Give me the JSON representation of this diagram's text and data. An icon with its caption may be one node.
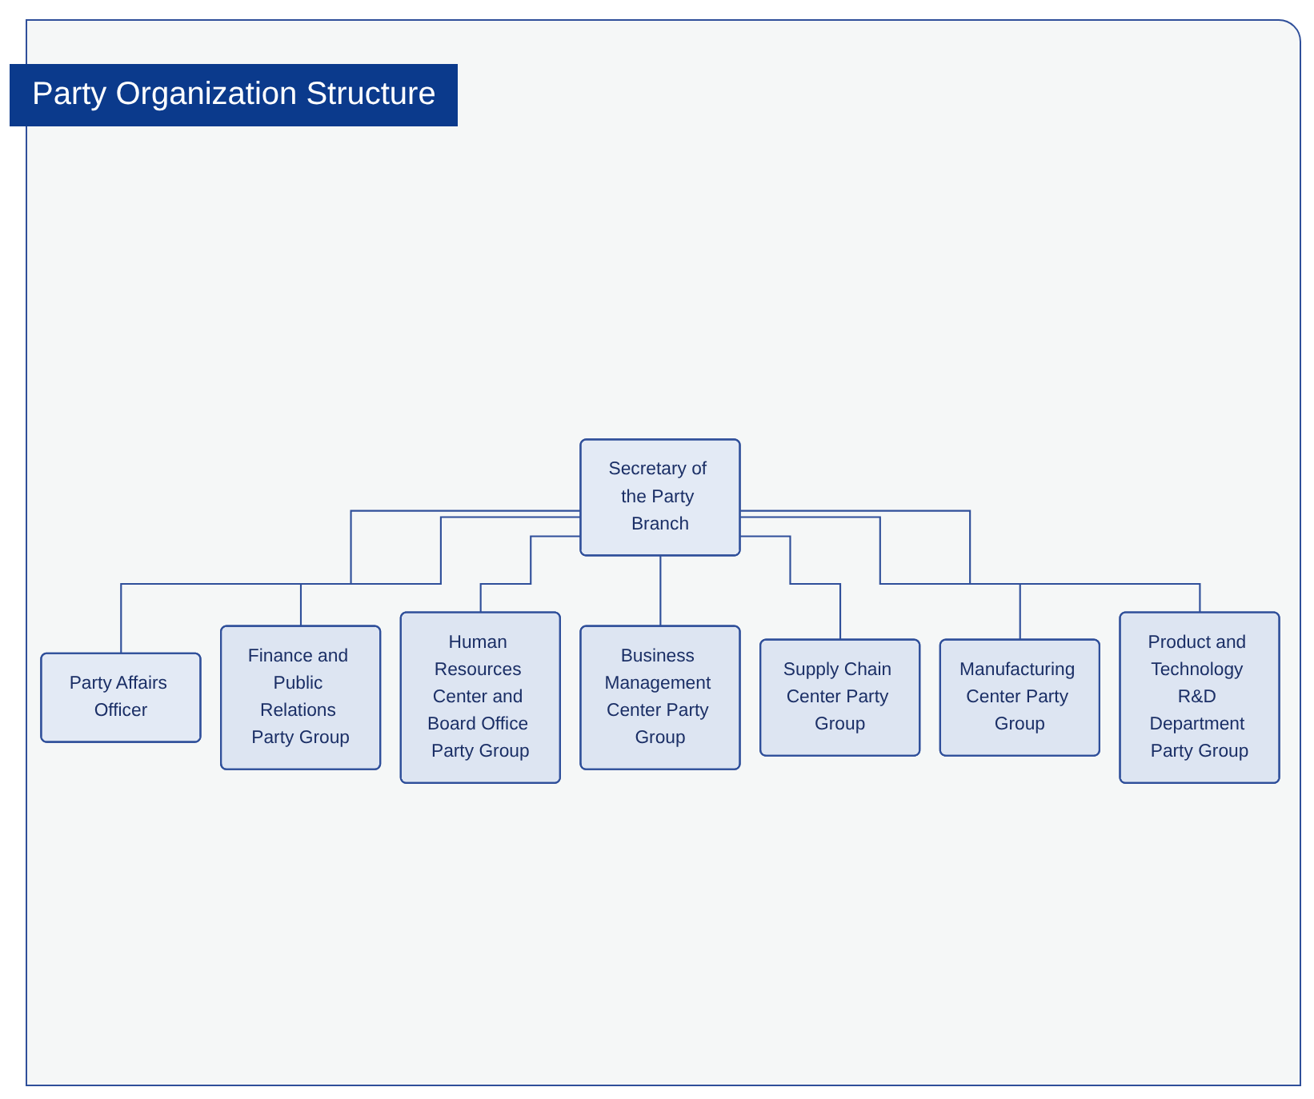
{
  "diagram": {
    "title": "Party Organization Structure",
    "nodes": [
      {
        "text": [
          "Secretary of the Party Branch"
        ]
      },
      {
        "text": [
          "Party Affairs Officer"
        ]
      },
      {
        "text": [
          "Finance and Public Relations Party Group"
        ]
      },
      {
        "text": [
          "Human Resources Center and Board Office Party Group"
        ]
      },
      {
        "text": [
          "Business Management Center Party Group"
        ]
      },
      {
        "text": [
          "Supply Chain Center Party Group"
        ]
      },
      {
        "text": [
          "Manufacturing Center Party Group"
        ]
      },
      {
        "text": [
          "Product and Technology R&D Department Party Group"
        ]
      }
    ],
    "edges": [
      {
        "from": 0,
        "to": 1,
        "arrow": "none"
      },
      {
        "from": 0,
        "to": 2,
        "arrow": "none"
      },
      {
        "from": 0,
        "to": 3,
        "arrow": "none"
      },
      {
        "from": 0,
        "to": 4,
        "arrow": "none"
      },
      {
        "from": 0,
        "to": 5,
        "arrow": "none"
      },
      {
        "from": 0,
        "to": 6,
        "arrow": "none"
      },
      {
        "from": 0,
        "to": 7,
        "arrow": "none"
      }
    ]
  }
}
